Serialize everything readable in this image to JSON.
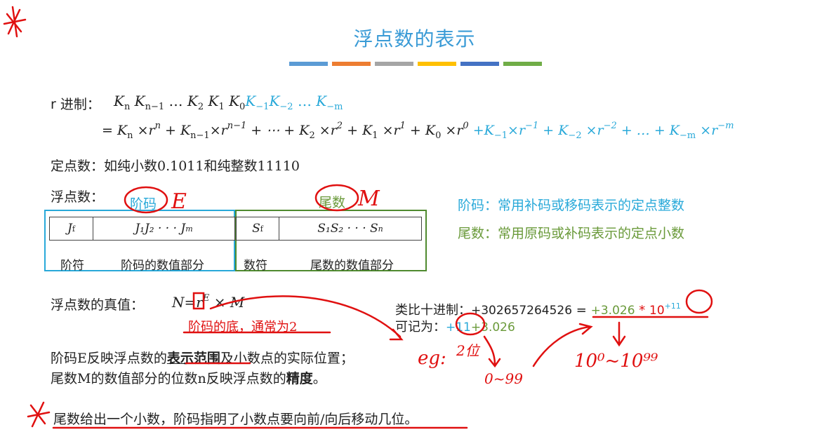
{
  "title": "浮点数的表示",
  "accent_bars": [
    "#5b9bd5",
    "#ed7d31",
    "#a5a5a5",
    "#ffc000",
    "#4472c4",
    "#70ad47"
  ],
  "radix": {
    "label": "r 进制：",
    "digits_int": "K",
    "digits_frac": "K"
  },
  "fixed_point": "定点数：如纯小数0.1011和纯整数11110",
  "floating_point_label": "浮点数：",
  "exponent_label": "阶码",
  "mantissa_label": "尾数",
  "exponent_desc": "阶码：常用补码或移码表示的定点整数",
  "mantissa_desc": "尾数：常用原码或补码表示的定点小数",
  "format": {
    "jf": "J",
    "jf_sub": "f",
    "jbits": "J₁J₂ · · · J",
    "jbits_sub": "m",
    "sf": "S",
    "sf_sub": "f",
    "sbits": "S₁S₂ · · · S",
    "sbits_sub": "n",
    "cap_jf": "阶符",
    "cap_jv": "阶码的数值部分",
    "cap_sf": "数符",
    "cap_sv": "尾数的数值部分"
  },
  "true_value_label": "浮点数的真值：",
  "true_value_formula": {
    "n": "N",
    "eq": "=",
    "r": "r",
    "e": "E",
    "times": "×",
    "m": "M"
  },
  "base_note": "阶码的底，通常为2",
  "analogy": {
    "label": "类比十进制：",
    "number": "+302657264526",
    "eq": "=",
    "mantissa": "+3.026",
    "star": "*",
    "ten": "10",
    "exp": "+11",
    "write_label": "可记为：",
    "write_exp": "+11",
    "write_mantissa": "+3.026"
  },
  "para1_a": "阶码E反映浮点数的",
  "para1_bold": "表示范围",
  "para1_b": "及小数点的实际位置；",
  "para2_a": "尾数M的数值部分的位数n反映浮点数的",
  "para2_bold": "精度",
  "para2_b": "。",
  "conclusion": "尾数给出一个小数，阶码指明了小数点要向前/向后移动几位。",
  "handwriting": {
    "e": "E",
    "m": "M",
    "eg": "eg:",
    "two_digits": "2位",
    "range_a": "0~99",
    "range_b": "10⁰~10⁹⁹"
  }
}
